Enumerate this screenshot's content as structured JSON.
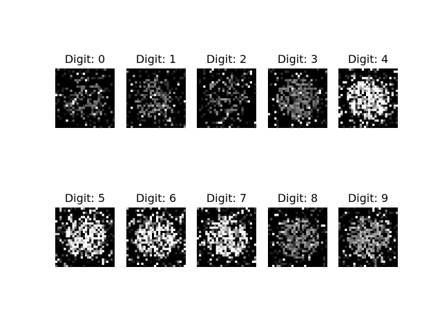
{
  "chart_data": {
    "type": "heatmap",
    "title": "",
    "grid": false,
    "colormap": "gray",
    "value_range": [
      0,
      1
    ],
    "image_grid_size": [
      28,
      28
    ],
    "panels": [
      {
        "title": "Digit: 0",
        "digit": 0,
        "cloud_intensity": 0.55,
        "cloud_density": 0.42,
        "noise_density": 0.08
      },
      {
        "title": "Digit: 1",
        "digit": 1,
        "cloud_intensity": 0.6,
        "cloud_density": 0.55,
        "noise_density": 0.1
      },
      {
        "title": "Digit: 2",
        "digit": 2,
        "cloud_intensity": 0.65,
        "cloud_density": 0.4,
        "noise_density": 0.08
      },
      {
        "title": "Digit: 3",
        "digit": 3,
        "cloud_intensity": 0.62,
        "cloud_density": 0.8,
        "noise_density": 0.14
      },
      {
        "title": "Digit: 4",
        "digit": 4,
        "cloud_intensity": 0.95,
        "cloud_density": 0.85,
        "noise_density": 0.3
      },
      {
        "title": "Digit: 5",
        "digit": 5,
        "cloud_intensity": 0.92,
        "cloud_density": 0.82,
        "noise_density": 0.28
      },
      {
        "title": "Digit: 6",
        "digit": 6,
        "cloud_intensity": 0.92,
        "cloud_density": 0.8,
        "noise_density": 0.26
      },
      {
        "title": "Digit: 7",
        "digit": 7,
        "cloud_intensity": 0.92,
        "cloud_density": 0.8,
        "noise_density": 0.26
      },
      {
        "title": "Digit: 8",
        "digit": 8,
        "cloud_intensity": 0.72,
        "cloud_density": 0.7,
        "noise_density": 0.15
      },
      {
        "title": "Digit: 9",
        "digit": 9,
        "cloud_intensity": 0.8,
        "cloud_density": 0.78,
        "noise_density": 0.18
      }
    ]
  }
}
